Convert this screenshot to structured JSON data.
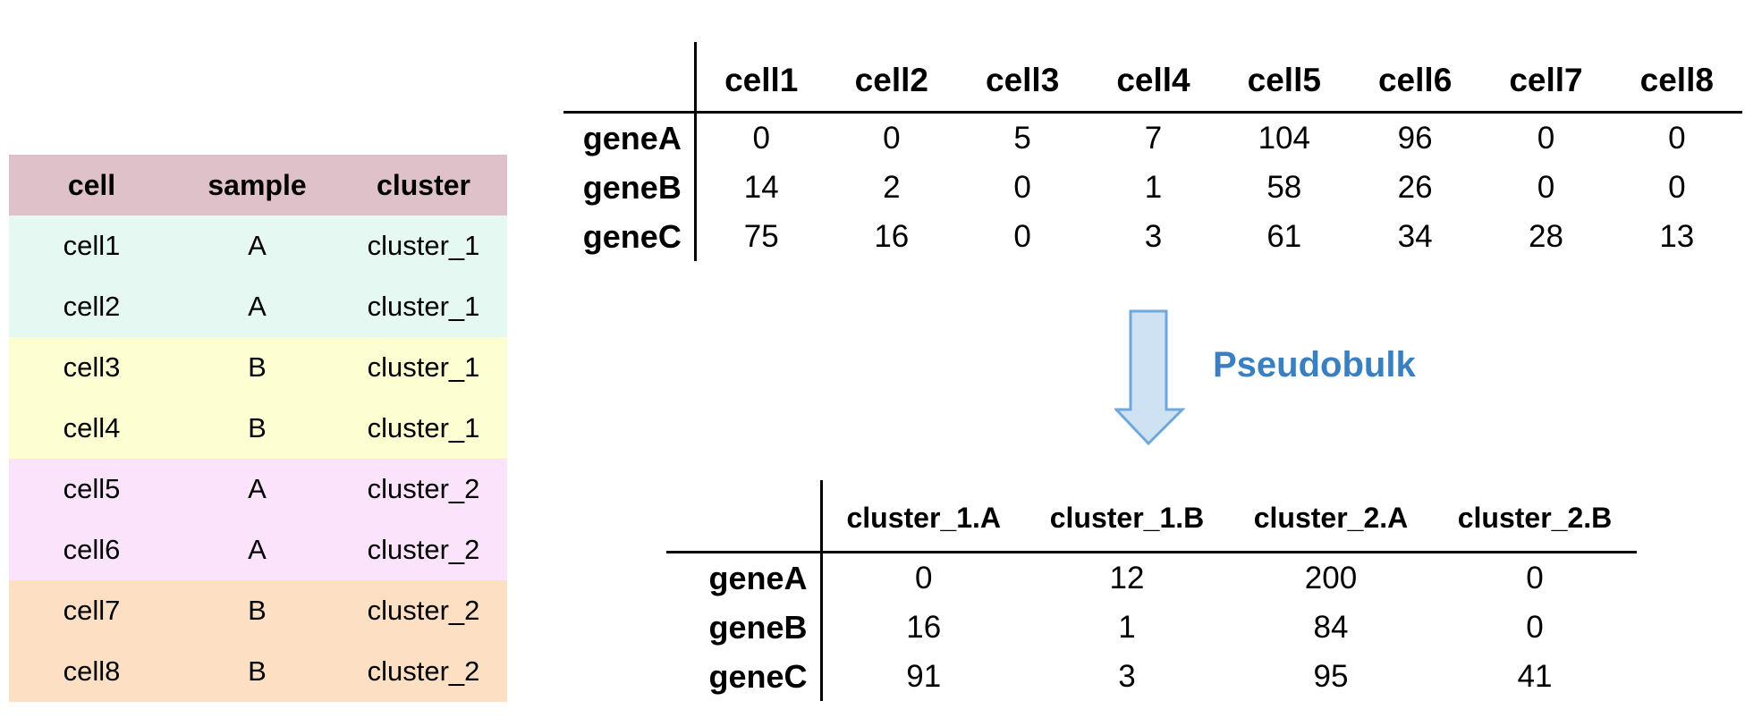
{
  "metadata_table": {
    "headers": [
      "cell",
      "sample",
      "cluster"
    ],
    "header_color": "#dfc1ca",
    "rows": [
      {
        "cell": "cell1",
        "sample": "A",
        "cluster": "cluster_1",
        "color": "#e6f8f2"
      },
      {
        "cell": "cell2",
        "sample": "A",
        "cluster": "cluster_1",
        "color": "#e6f8f2"
      },
      {
        "cell": "cell3",
        "sample": "B",
        "cluster": "cluster_1",
        "color": "#fefed3"
      },
      {
        "cell": "cell4",
        "sample": "B",
        "cluster": "cluster_1",
        "color": "#fefed3"
      },
      {
        "cell": "cell5",
        "sample": "A",
        "cluster": "cluster_2",
        "color": "#fbe3fb"
      },
      {
        "cell": "cell6",
        "sample": "A",
        "cluster": "cluster_2",
        "color": "#fbe3fb"
      },
      {
        "cell": "cell7",
        "sample": "B",
        "cluster": "cluster_2",
        "color": "#fde0c4"
      },
      {
        "cell": "cell8",
        "sample": "B",
        "cluster": "cluster_2",
        "color": "#fde0c4"
      }
    ]
  },
  "counts_matrix": {
    "columns": [
      "cell1",
      "cell2",
      "cell3",
      "cell4",
      "cell5",
      "cell6",
      "cell7",
      "cell8"
    ],
    "rows": [
      {
        "gene": "geneA",
        "values": [
          "0",
          "0",
          "5",
          "7",
          "104",
          "96",
          "0",
          "0"
        ]
      },
      {
        "gene": "geneB",
        "values": [
          "14",
          "2",
          "0",
          "1",
          "58",
          "26",
          "0",
          "0"
        ]
      },
      {
        "gene": "geneC",
        "values": [
          "75",
          "16",
          "0",
          "3",
          "61",
          "34",
          "28",
          "13"
        ]
      }
    ]
  },
  "arrow": {
    "label": "Pseudobulk",
    "label_color": "#3a7fc1",
    "fill_color": "#cfe2f3",
    "stroke_color": "#6fa8dc"
  },
  "pseudobulk_matrix": {
    "columns": [
      "cluster_1.A",
      "cluster_1.B",
      "cluster_2.A",
      "cluster_2.B"
    ],
    "rows": [
      {
        "gene": "geneA",
        "values": [
          "0",
          "12",
          "200",
          "0"
        ]
      },
      {
        "gene": "geneB",
        "values": [
          "16",
          "1",
          "84",
          "0"
        ]
      },
      {
        "gene": "geneC",
        "values": [
          "91",
          "3",
          "95",
          "41"
        ]
      }
    ]
  }
}
